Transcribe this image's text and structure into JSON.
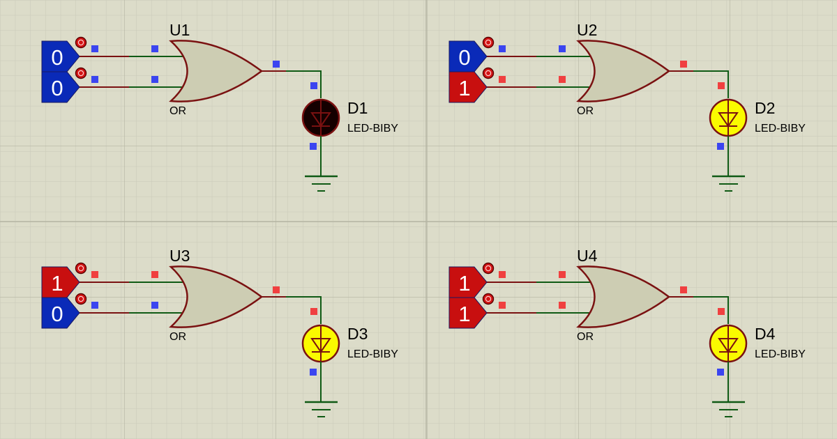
{
  "colors": {
    "background": "#dcdcc9",
    "grid_minor": "#c9c9b8",
    "grid_major": "#b7b7a6",
    "gate_fill": "#cdcdb3",
    "gate_stroke": "#7a1111",
    "wire": "#0f5a14",
    "low_state": "#0a2ab8",
    "high_state": "#c80f0f",
    "led_off": "#150000",
    "led_on": "#fafa00",
    "pin_low": "#3b45f0",
    "pin_high": "#f04040"
  },
  "circuits": [
    {
      "gate": {
        "ref": "U1",
        "type": "OR"
      },
      "inputs": [
        {
          "state": "0"
        },
        {
          "state": "0"
        }
      ],
      "output_high": false,
      "led": {
        "ref": "D1",
        "part": "LED-BIBY",
        "lit": false
      }
    },
    {
      "gate": {
        "ref": "U2",
        "type": "OR"
      },
      "inputs": [
        {
          "state": "0"
        },
        {
          "state": "1"
        }
      ],
      "output_high": true,
      "led": {
        "ref": "D2",
        "part": "LED-BIBY",
        "lit": true
      }
    },
    {
      "gate": {
        "ref": "U3",
        "type": "OR"
      },
      "inputs": [
        {
          "state": "1"
        },
        {
          "state": "0"
        }
      ],
      "output_high": true,
      "led": {
        "ref": "D3",
        "part": "LED-BIBY",
        "lit": true
      }
    },
    {
      "gate": {
        "ref": "U4",
        "type": "OR"
      },
      "inputs": [
        {
          "state": "1"
        },
        {
          "state": "1"
        }
      ],
      "output_high": true,
      "led": {
        "ref": "D4",
        "part": "LED-BIBY",
        "lit": true
      }
    }
  ]
}
